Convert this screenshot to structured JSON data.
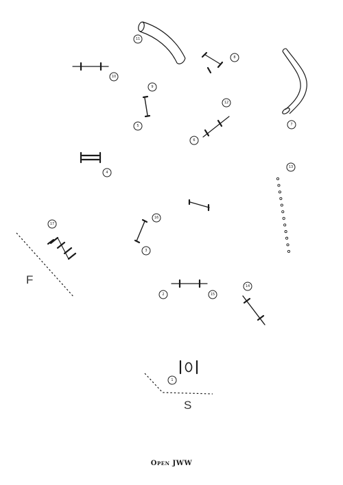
{
  "course": {
    "title": "Open JWW",
    "start_label": "S",
    "finish_label": "F"
  },
  "obstacles": [
    {
      "number": "1",
      "type": "tire"
    },
    {
      "number": "2",
      "type": "jump"
    },
    {
      "number": "3",
      "type": "jump"
    },
    {
      "number": "4",
      "type": "double"
    },
    {
      "number": "5",
      "type": "jump"
    },
    {
      "number": "6",
      "type": "jump"
    },
    {
      "number": "7",
      "type": "tunnel"
    },
    {
      "number": "8",
      "type": "jump"
    },
    {
      "number": "9",
      "type": "jump"
    },
    {
      "number": "10",
      "type": "jump"
    },
    {
      "number": "11",
      "type": "tunnel"
    },
    {
      "number": "12",
      "type": "jump"
    },
    {
      "number": "13",
      "type": "weave-poles"
    },
    {
      "number": "14",
      "type": "jump"
    },
    {
      "number": "15",
      "type": "jump"
    },
    {
      "number": "16",
      "type": "jump"
    },
    {
      "number": "17",
      "type": "triple"
    }
  ],
  "colors": {
    "ink": "#1a1a1a",
    "background": "#ffffff"
  }
}
